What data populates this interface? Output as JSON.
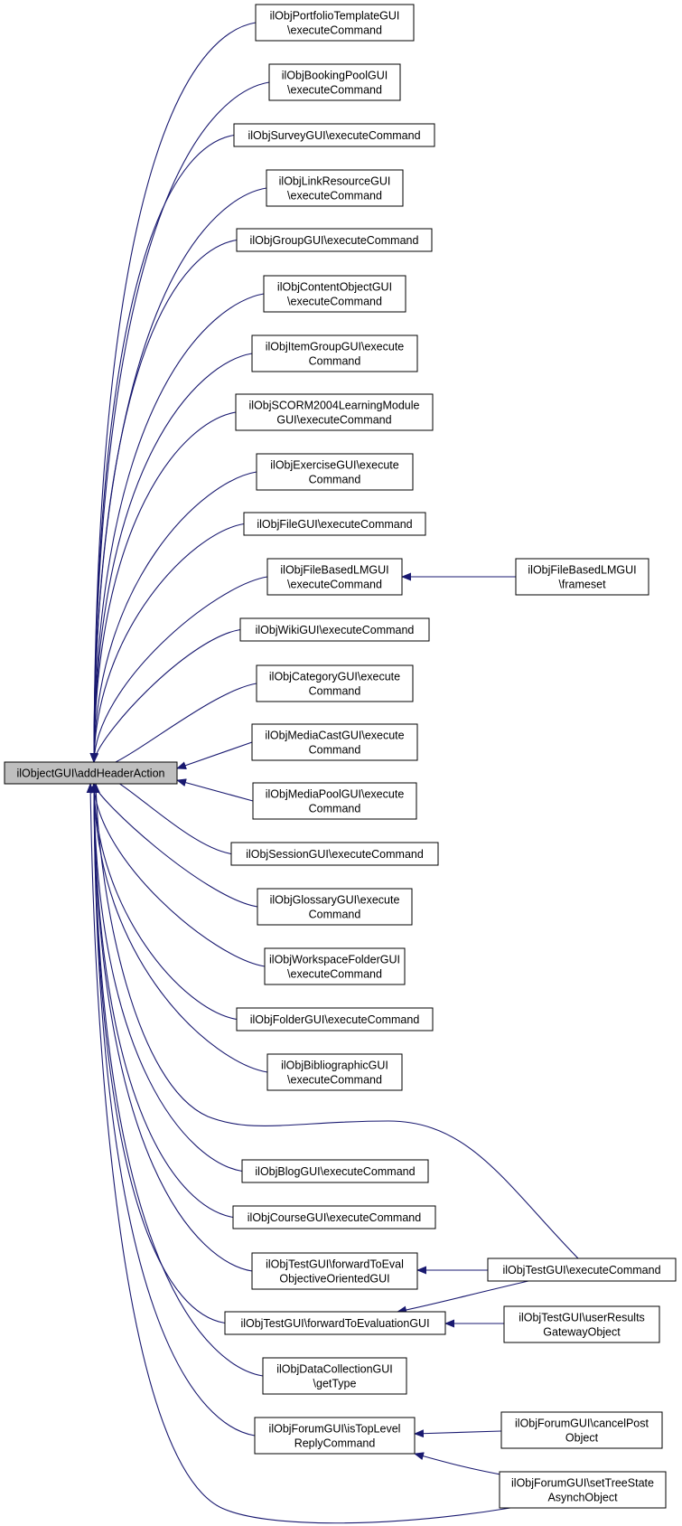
{
  "colors": {
    "edge": "#191970",
    "node_border": "#000000",
    "node_fill": "#ffffff",
    "root_fill": "#bfbfbf"
  },
  "nodes": [
    {
      "id": "root",
      "lines": [
        "ilObjectGUI\\addHeaderAction"
      ]
    },
    {
      "id": "portfolio",
      "lines": [
        "ilObjPortfolioTemplateGUI",
        "\\executeCommand"
      ]
    },
    {
      "id": "bookingpool",
      "lines": [
        "ilObjBookingPoolGUI",
        "\\executeCommand"
      ]
    },
    {
      "id": "survey",
      "lines": [
        "ilObjSurveyGUI\\executeCommand"
      ]
    },
    {
      "id": "linkresource",
      "lines": [
        "ilObjLinkResourceGUI",
        "\\executeCommand"
      ]
    },
    {
      "id": "group",
      "lines": [
        "ilObjGroupGUI\\executeCommand"
      ]
    },
    {
      "id": "contentobject",
      "lines": [
        "ilObjContentObjectGUI",
        "\\executeCommand"
      ]
    },
    {
      "id": "itemgroup",
      "lines": [
        "ilObjItemGroupGUI\\execute",
        "Command"
      ]
    },
    {
      "id": "scorm2004",
      "lines": [
        "ilObjSCORM2004LearningModule",
        "GUI\\executeCommand"
      ]
    },
    {
      "id": "exercise",
      "lines": [
        "ilObjExerciseGUI\\execute",
        "Command"
      ]
    },
    {
      "id": "file",
      "lines": [
        "ilObjFileGUI\\executeCommand"
      ]
    },
    {
      "id": "filebasedlm",
      "lines": [
        "ilObjFileBasedLMGUI",
        "\\executeCommand"
      ]
    },
    {
      "id": "filebasedlm_frameset",
      "lines": [
        "ilObjFileBasedLMGUI",
        "\\frameset"
      ]
    },
    {
      "id": "wiki",
      "lines": [
        "ilObjWikiGUI\\executeCommand"
      ]
    },
    {
      "id": "category",
      "lines": [
        "ilObjCategoryGUI\\execute",
        "Command"
      ]
    },
    {
      "id": "mediacast",
      "lines": [
        "ilObjMediaCastGUI\\execute",
        "Command"
      ]
    },
    {
      "id": "mediapool",
      "lines": [
        "ilObjMediaPoolGUI\\execute",
        "Command"
      ]
    },
    {
      "id": "session",
      "lines": [
        "ilObjSessionGUI\\executeCommand"
      ]
    },
    {
      "id": "glossary",
      "lines": [
        "ilObjGlossaryGUI\\execute",
        "Command"
      ]
    },
    {
      "id": "workspacefolder",
      "lines": [
        "ilObjWorkspaceFolderGUI",
        "\\executeCommand"
      ]
    },
    {
      "id": "folder",
      "lines": [
        "ilObjFolderGUI\\executeCommand"
      ]
    },
    {
      "id": "bibliographic",
      "lines": [
        "ilObjBibliographicGUI",
        "\\executeCommand"
      ]
    },
    {
      "id": "blog",
      "lines": [
        "ilObjBlogGUI\\executeCommand"
      ]
    },
    {
      "id": "course",
      "lines": [
        "ilObjCourseGUI\\executeCommand"
      ]
    },
    {
      "id": "test_fwd_objective",
      "lines": [
        "ilObjTestGUI\\forwardToEval",
        "ObjectiveOrientedGUI"
      ]
    },
    {
      "id": "test_execute",
      "lines": [
        "ilObjTestGUI\\executeCommand"
      ]
    },
    {
      "id": "test_fwd_eval",
      "lines": [
        "ilObjTestGUI\\forwardToEvaluationGUI"
      ]
    },
    {
      "id": "test_userresults",
      "lines": [
        "ilObjTestGUI\\userResults",
        "GatewayObject"
      ]
    },
    {
      "id": "datacollection",
      "lines": [
        "ilObjDataCollectionGUI",
        "\\getType"
      ]
    },
    {
      "id": "forum_istoplevel",
      "lines": [
        "ilObjForumGUI\\isTopLevel",
        "ReplyCommand"
      ]
    },
    {
      "id": "forum_cancelpost",
      "lines": [
        "ilObjForumGUI\\cancelPost",
        "Object"
      ]
    },
    {
      "id": "forum_settreestate",
      "lines": [
        "ilObjForumGUI\\setTreeState",
        "AsynchObject"
      ]
    }
  ],
  "edges": [
    {
      "from": "portfolio",
      "to": "root"
    },
    {
      "from": "bookingpool",
      "to": "root"
    },
    {
      "from": "survey",
      "to": "root"
    },
    {
      "from": "linkresource",
      "to": "root"
    },
    {
      "from": "group",
      "to": "root"
    },
    {
      "from": "contentobject",
      "to": "root"
    },
    {
      "from": "itemgroup",
      "to": "root"
    },
    {
      "from": "scorm2004",
      "to": "root"
    },
    {
      "from": "exercise",
      "to": "root"
    },
    {
      "from": "file",
      "to": "root"
    },
    {
      "from": "filebasedlm",
      "to": "root"
    },
    {
      "from": "filebasedlm_frameset",
      "to": "filebasedlm"
    },
    {
      "from": "wiki",
      "to": "root"
    },
    {
      "from": "category",
      "to": "root"
    },
    {
      "from": "mediacast",
      "to": "root"
    },
    {
      "from": "mediapool",
      "to": "root"
    },
    {
      "from": "session",
      "to": "root"
    },
    {
      "from": "glossary",
      "to": "root"
    },
    {
      "from": "workspacefolder",
      "to": "root"
    },
    {
      "from": "folder",
      "to": "root"
    },
    {
      "from": "bibliographic",
      "to": "root"
    },
    {
      "from": "test_execute",
      "to": "root"
    },
    {
      "from": "blog",
      "to": "root"
    },
    {
      "from": "course",
      "to": "root"
    },
    {
      "from": "test_fwd_objective",
      "to": "root"
    },
    {
      "from": "test_execute",
      "to": "test_fwd_objective"
    },
    {
      "from": "test_fwd_eval",
      "to": "root"
    },
    {
      "from": "test_execute",
      "to": "test_fwd_eval"
    },
    {
      "from": "test_userresults",
      "to": "test_fwd_eval"
    },
    {
      "from": "datacollection",
      "to": "root"
    },
    {
      "from": "forum_istoplevel",
      "to": "root"
    },
    {
      "from": "forum_cancelpost",
      "to": "forum_istoplevel"
    },
    {
      "from": "forum_settreestate",
      "to": "forum_istoplevel"
    },
    {
      "from": "forum_settreestate",
      "to": "root"
    }
  ]
}
